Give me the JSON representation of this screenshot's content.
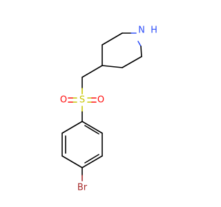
{
  "molecule": {
    "atoms": {
      "nitrogen": {
        "label": "N",
        "hydrogen": "H",
        "color": "#3050f8"
      },
      "sulfur": {
        "label": "S",
        "color": "#c6c600"
      },
      "oxygen_left": {
        "label": "O",
        "color": "#ff0d0d"
      },
      "oxygen_right": {
        "label": "O",
        "color": "#ff0d0d"
      },
      "bromine": {
        "label": "Br",
        "color": "#a62929"
      }
    }
  }
}
